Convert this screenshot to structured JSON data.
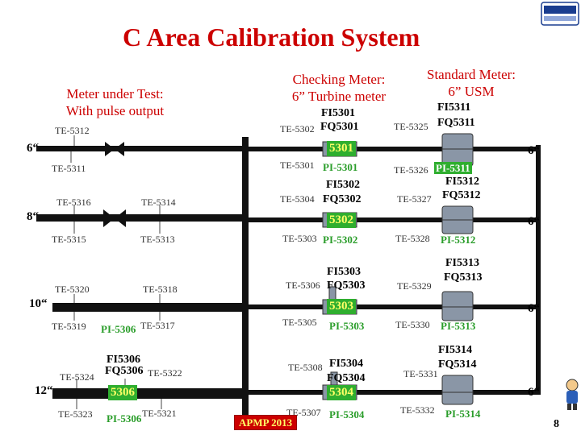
{
  "title": "C Area Calibration System",
  "headers": {
    "mut_line1": "Meter under Test:",
    "mut_line2": "With pulse output",
    "check_line1": "Checking Meter:",
    "check_line2": "6” Turbine meter",
    "std_line1": "Standard Meter:",
    "std_line2": "6” USM"
  },
  "pipe_sizes": {
    "left_6": "6“",
    "left_8": "8“",
    "left_10": "10“",
    "left_12": "12“",
    "right_1": "6“",
    "right_2": "6“",
    "right_3": "6“",
    "right_4": "6“"
  },
  "left_tags": {
    "te5312": "TE-5312",
    "te5311": "TE-5311",
    "te5316": "TE-5316",
    "te5314": "TE-5314",
    "te5315": "TE-5315",
    "te5313": "TE-5313",
    "te5320": "TE-5320",
    "te5318": "TE-5318",
    "te5319": "TE-5319",
    "pi5306a": "PI-5306",
    "te5317": "TE-5317",
    "fi5306": "FI5306",
    "fq5306": "FQ5306",
    "te5322": "TE-5322",
    "te5324": "TE-5324",
    "badge5306": "5306",
    "te5323": "TE-5323",
    "pi5306b": "PI-5306",
    "te5321": "TE-5321"
  },
  "checking": {
    "fi5301": "FI5301",
    "te5302": "TE-5302",
    "fq5301": "FQ5301",
    "badge5301": "5301",
    "te5301": "TE-5301",
    "pi5301": "PI-5301",
    "fi5302": "FI5302",
    "te5304": "TE-5304",
    "fq5302": "FQ5302",
    "badge5302": "5302",
    "te5303": "TE-5303",
    "pi5302": "PI-5302",
    "fi5303": "FI5303",
    "te5306": "TE-5306",
    "fq5303": "FQ5303",
    "badge5303": "5303",
    "te5305": "TE-5305",
    "pi5303": "PI-5303",
    "te5308": "TE-5308",
    "fi5304": "FI5304",
    "fq5304": "FQ5304",
    "badge5304": "5304",
    "te5307": "TE-5307",
    "pi5304": "PI-5304"
  },
  "standard": {
    "fi5311": "FI5311",
    "fq5311": "FQ5311",
    "te5325": "TE-5325",
    "te5326": "TE-5326",
    "pi5311": "PI-5311",
    "fi5312": "FI5312",
    "fq5312": "FQ5312",
    "te5327": "TE-5327",
    "te5328": "TE-5328",
    "pi5312": "PI-5312",
    "fi5313": "FI5313",
    "fq5313": "FQ5313",
    "te5329": "TE-5329",
    "te5330": "TE-5330",
    "pi5313": "PI-5313",
    "fi5314": "FI5314",
    "fq5314": "FQ5314",
    "te5331": "TE-5331",
    "te5332": "TE-5332",
    "pi5314": "PI-5314"
  },
  "footer": {
    "apmp": "APMP 2013",
    "page": "8"
  },
  "colors": {
    "title_red": "#cc0000",
    "pipe": "#111111",
    "pipe_edge": "#000000",
    "green_badge": "#2fae2f",
    "meter_steel": "#8a96a6"
  }
}
